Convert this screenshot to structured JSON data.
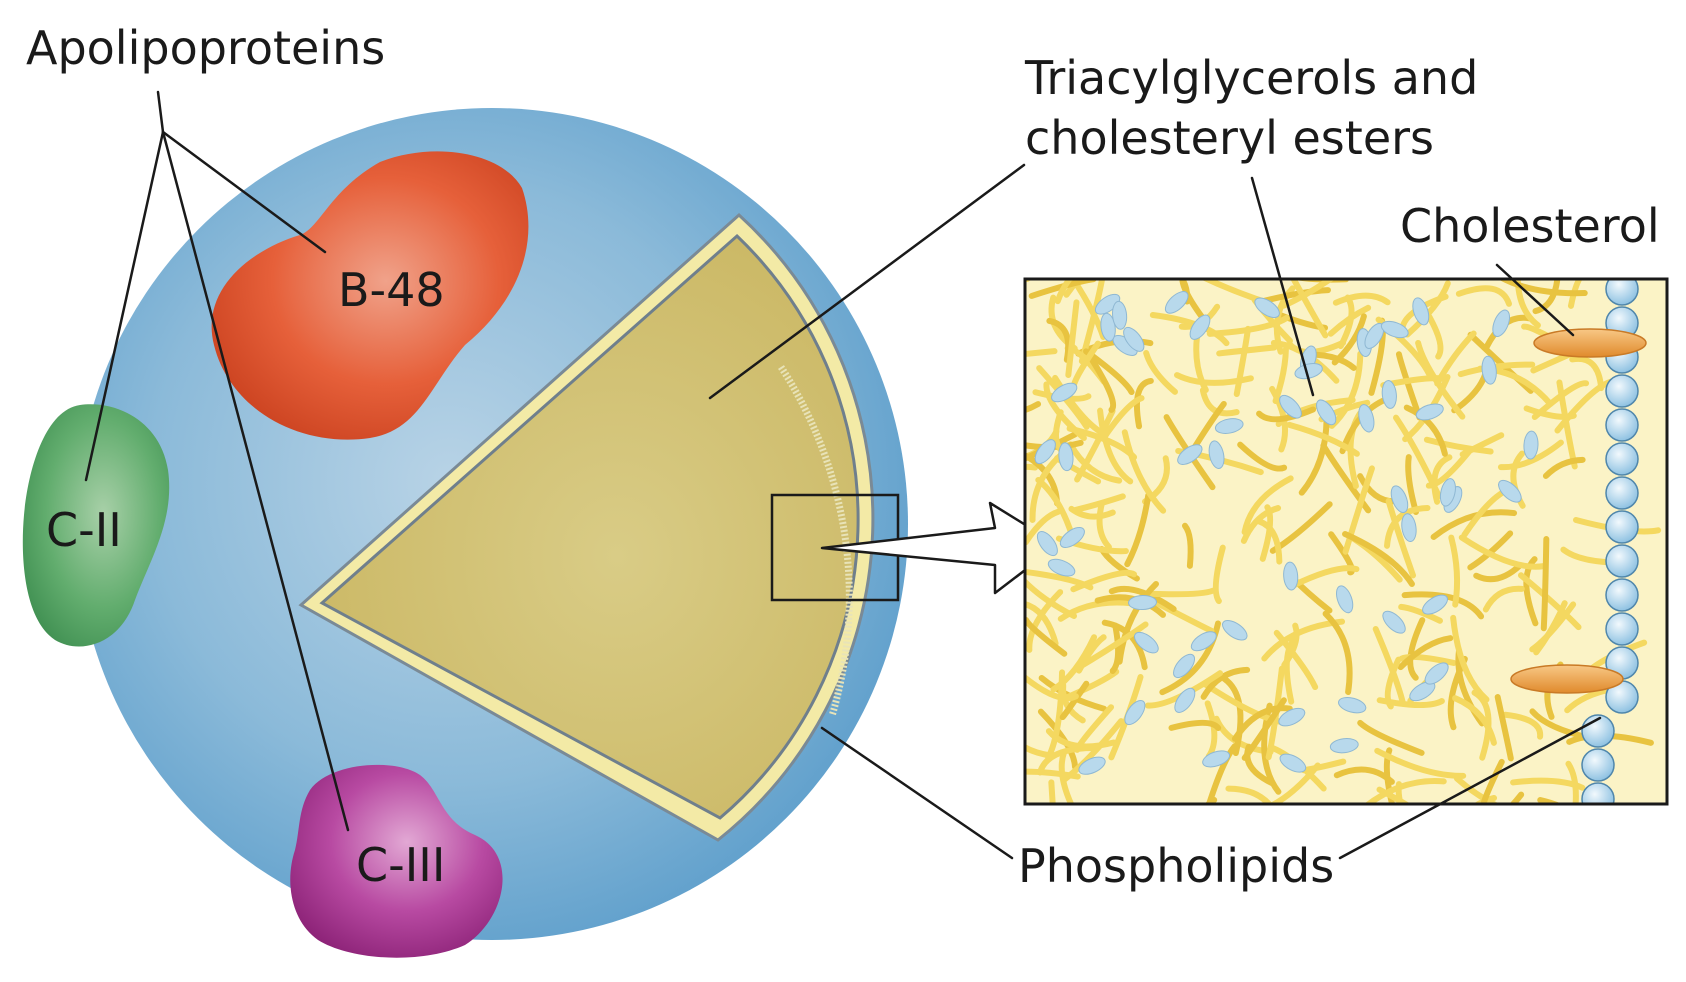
{
  "labels": {
    "apolipoproteins": "Apolipoproteins",
    "triacylglycerols_line1": "Triacylglycerols and",
    "triacylglycerols_line2": "cholesteryl esters",
    "cholesterol": "Cholesterol",
    "phospholipids": "Phospholipids"
  },
  "proteins": {
    "b48": "B-48",
    "c2": "C-II",
    "c3": "C-III"
  },
  "colors": {
    "particle_blue": "#6fa8cf",
    "core_yellow": "#d8c46a",
    "shell_yellow": "#f3eaa6",
    "b48_red": "#e2552e",
    "c2_green": "#58a868",
    "c3_purple": "#b0409a",
    "tail_yellow": "#f4d250",
    "droplet_blue": "#b8d9ec",
    "cholesterol_orange": "#f0a850"
  }
}
